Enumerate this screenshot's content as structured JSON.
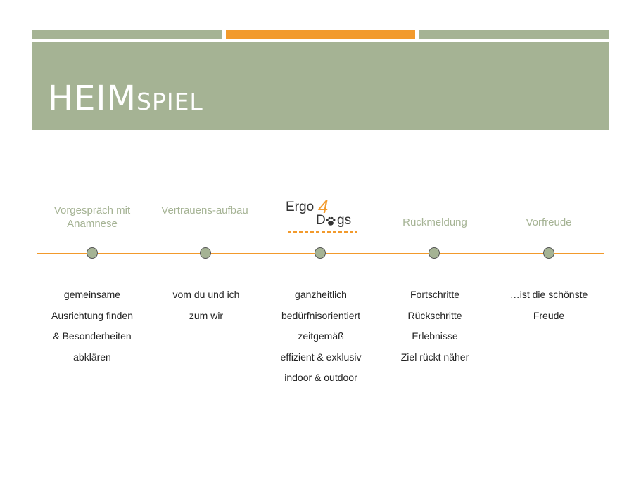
{
  "header": {
    "title_main": "HEIM",
    "title_small": "SPIEL"
  },
  "logo": {
    "text_part1": "Ergo",
    "text_number": "4",
    "text_part2": "D",
    "text_part3": "gs"
  },
  "steps": [
    {
      "title": "Vorgespräch mit Anamnese",
      "lines": [
        "gemeinsame",
        "Ausrichtung finden",
        "& Besonderheiten",
        "abklären"
      ]
    },
    {
      "title": "Vertrauens-aufbau",
      "lines": [
        "vom du und ich",
        "zum wir"
      ]
    },
    {
      "title": "",
      "lines": [
        "ganzheitlich",
        "bedürfnisorientiert",
        "zeitgemäß",
        "effizient & exklusiv",
        "indoor & outdoor"
      ]
    },
    {
      "title": "Rückmeldung",
      "lines": [
        "Fortschritte",
        "Rückschritte",
        "Erlebnisse",
        "Ziel rückt näher"
      ]
    },
    {
      "title": "Vorfreude",
      "lines": [
        "…ist die schönste",
        "Freude"
      ]
    }
  ],
  "colors": {
    "sage": "#a5b394",
    "orange": "#f29a2c",
    "text": "#222222"
  }
}
